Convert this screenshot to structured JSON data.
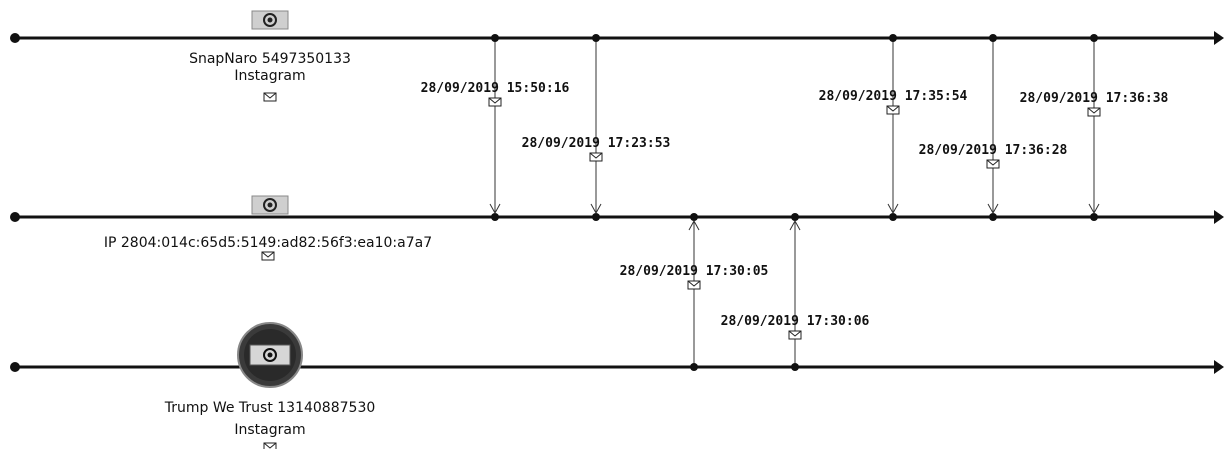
{
  "diagram": {
    "participants": [
      {
        "id": "p1",
        "name": "SnapNaro 5497350133",
        "sub": "Instagram",
        "icon": "at-sign-icon"
      },
      {
        "id": "p2",
        "name": "IP 2804:014c:65d5:5149:ad82:56f3:ea10:a7a7",
        "sub": "",
        "icon": "at-sign-icon"
      },
      {
        "id": "p3",
        "name": "Trump We Trust 13140887530",
        "sub": "Instagram",
        "icon": "avatar-at-icon"
      }
    ],
    "messages": [
      {
        "from": "p1",
        "to": "p2",
        "time": "28/09/2019 15:50:16"
      },
      {
        "from": "p1",
        "to": "p2",
        "time": "28/09/2019 17:23:53"
      },
      {
        "from": "p3",
        "to": "p2",
        "time": "28/09/2019 17:30:05"
      },
      {
        "from": "p3",
        "to": "p2",
        "time": "28/09/2019 17:30:06"
      },
      {
        "from": "p1",
        "to": "p2",
        "time": "28/09/2019 17:35:54"
      },
      {
        "from": "p1",
        "to": "p2",
        "time": "28/09/2019 17:36:28"
      },
      {
        "from": "p1",
        "to": "p2",
        "time": "28/09/2019 17:36:38"
      }
    ]
  }
}
